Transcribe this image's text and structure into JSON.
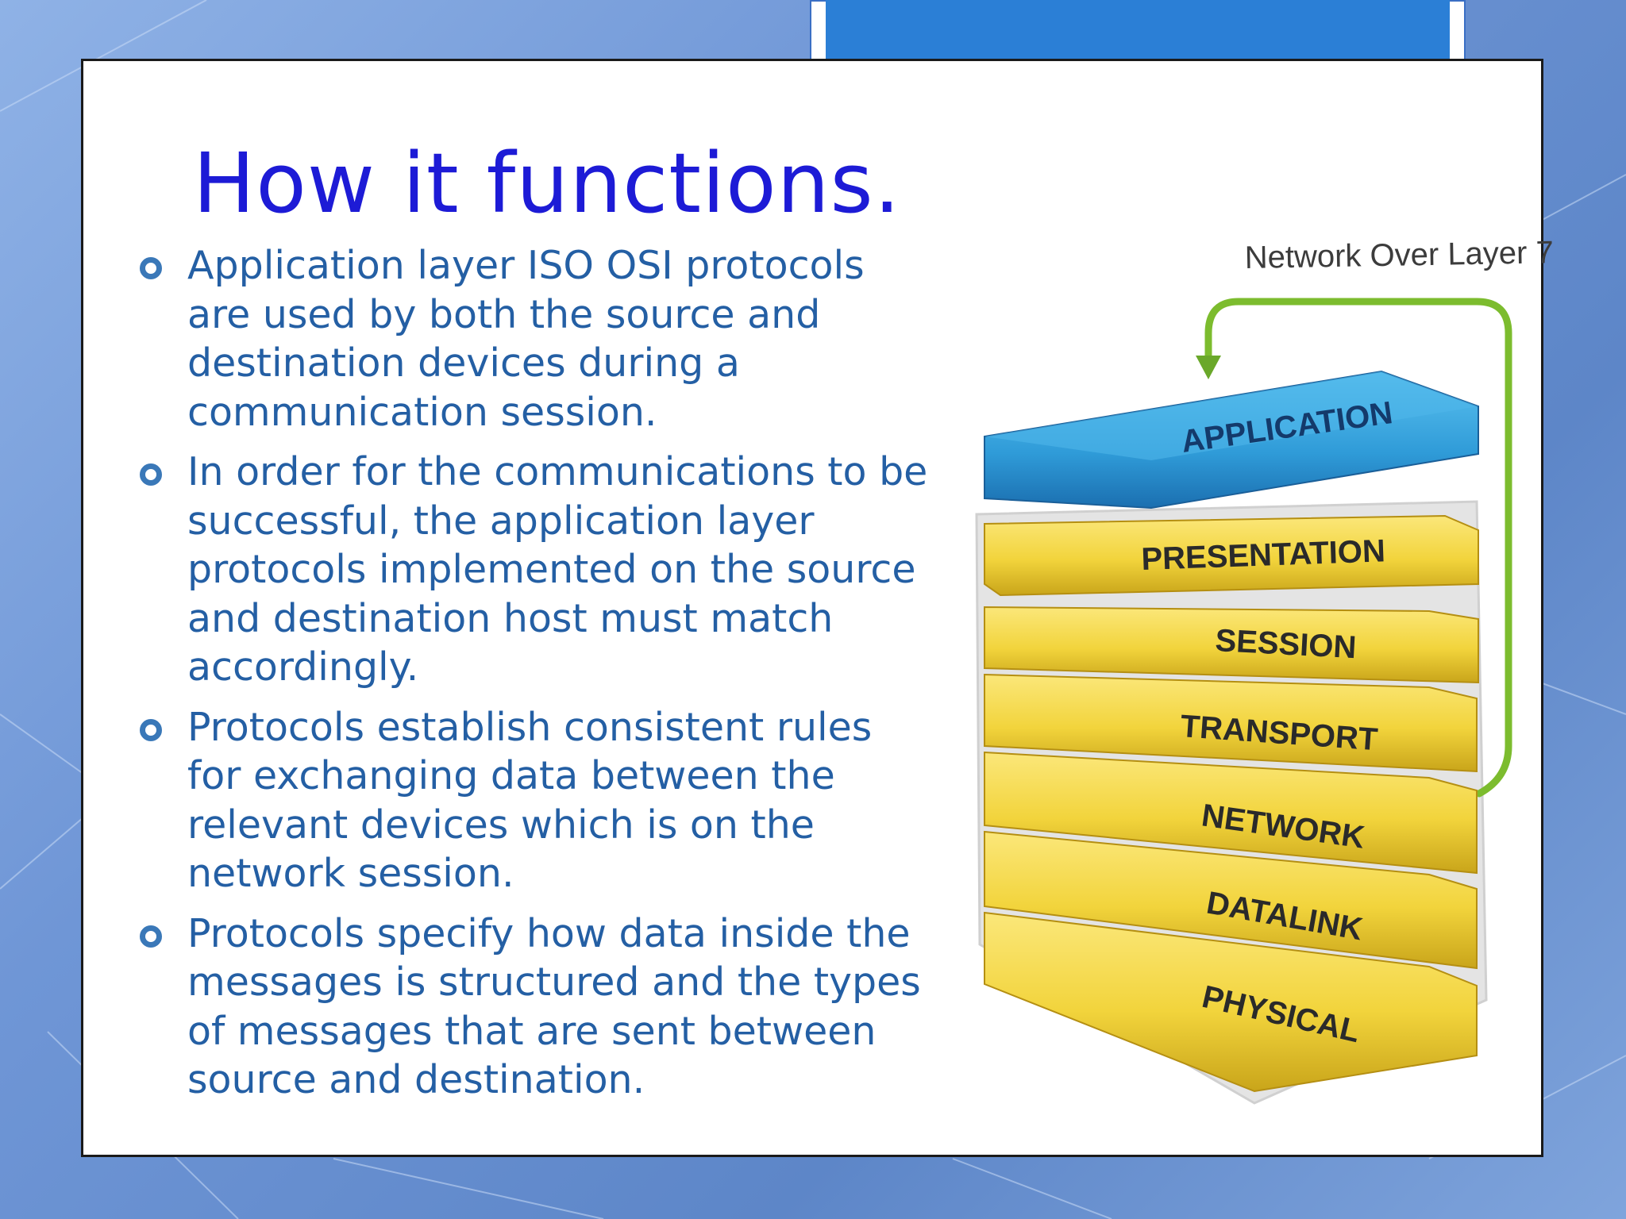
{
  "slide": {
    "title": "How it functions.",
    "bullets": [
      "Application layer ISO OSI protocols are used by both the source and destination devices during a communication session.",
      "In order for the communications to be successful, the application layer protocols implemented on the source and destination host must match accordingly.",
      "Protocols establish consistent rules for exchanging data between the relevant devices which is on the network session.",
      "Protocols specify how data inside the messages is structured and the types of messages that are sent between source and destination."
    ]
  },
  "diagram": {
    "caption": "Network Over Layer 7",
    "layers": [
      "APPLICATION",
      "PRESENTATION",
      "SESSION",
      "TRANSPORT",
      "NETWORK",
      "DATALINK",
      "PHYSICAL"
    ],
    "colors": {
      "application": "#2f9bd8",
      "layer": "#f2d43c",
      "arrow": "#7cbc2e"
    }
  }
}
